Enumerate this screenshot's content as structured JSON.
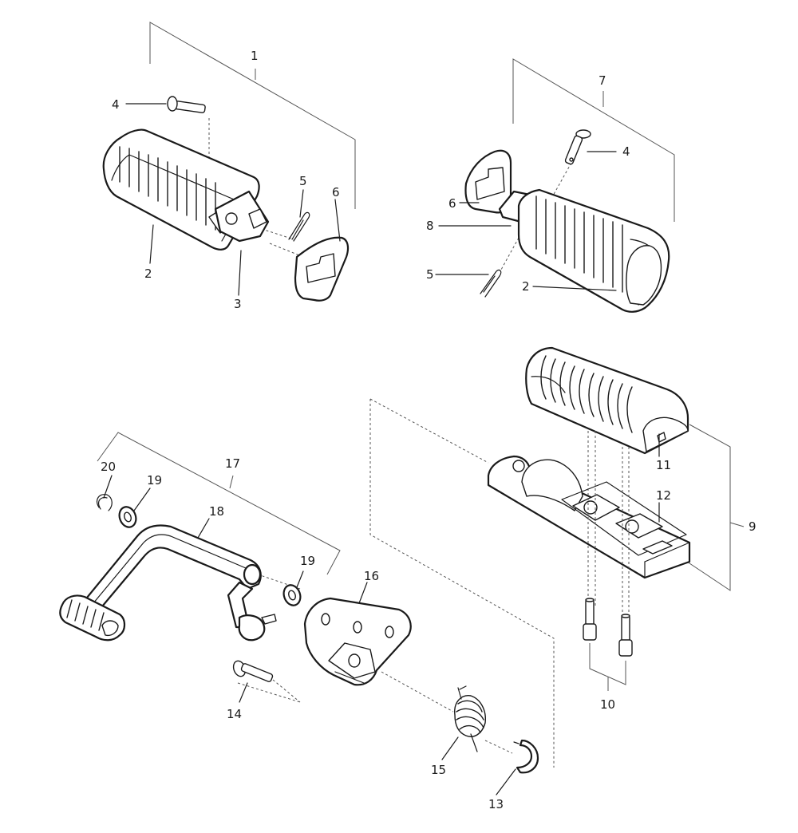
{
  "callouts": {
    "c1": "1",
    "c2_left": "2",
    "c2_right": "2",
    "c3": "3",
    "c4_left": "4",
    "c4_right": "4",
    "c5_left": "5",
    "c5_right": "5",
    "c6_left": "6",
    "c6_right": "6",
    "c7": "7",
    "c8": "8",
    "c9": "9",
    "c10": "10",
    "c11": "11",
    "c12": "12",
    "c13": "13",
    "c14": "14",
    "c15": "15",
    "c16": "16",
    "c17": "17",
    "c18": "18",
    "c19_left": "19",
    "c19_right": "19",
    "c20": "20"
  }
}
